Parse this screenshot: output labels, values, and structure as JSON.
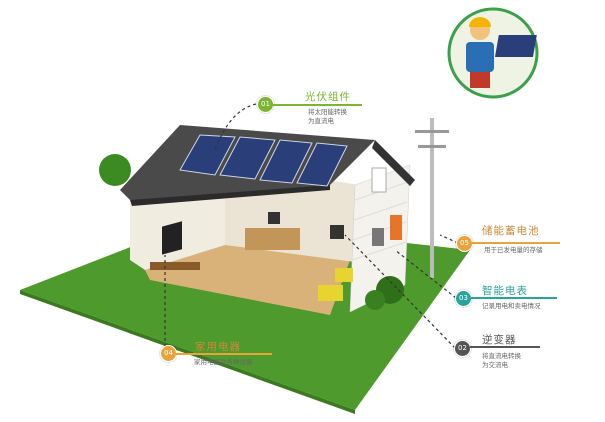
{
  "callouts": [
    {
      "number": "01",
      "title": "光伏组件",
      "description_lines": [
        "将太阳能转换",
        "为直流电"
      ],
      "color": "#7bb531"
    },
    {
      "number": "05",
      "title": "储能蓄电池",
      "description_lines": [
        "用于已发电量的存储"
      ],
      "color": "#e8a33a"
    },
    {
      "number": "03",
      "title": "智能电表",
      "description_lines": [
        "记录用电和卖电情况"
      ],
      "color": "#2aa39a"
    },
    {
      "number": "02",
      "title": "逆变器",
      "description_lines": [
        "将直流电转换",
        "为交流电"
      ],
      "color": "#555555"
    },
    {
      "number": "04",
      "title": "家用电器",
      "description_lines": [
        "家用电器及各种设备"
      ],
      "color": "#e8a33a"
    }
  ],
  "colors": {
    "grass": "#4f9a2c",
    "roof": "#4a4a4a",
    "panel": "#2a3f7a",
    "wall": "#f1ece0",
    "floor": "#d9b27a"
  }
}
